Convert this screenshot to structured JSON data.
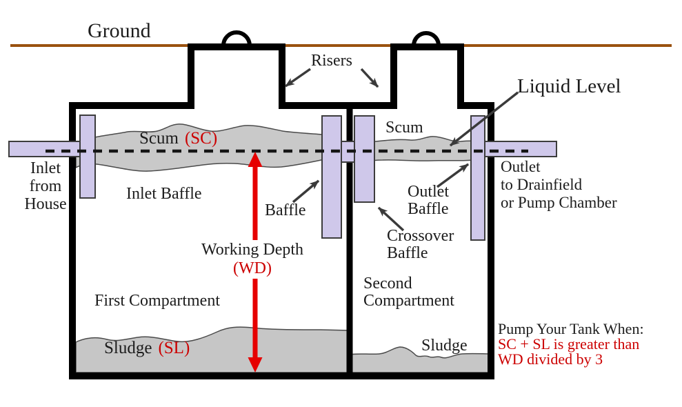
{
  "colors": {
    "accent_red": "#cc0000",
    "arrow_red": "#e60000",
    "baffle_fill": "#cfc8ea",
    "baffle_stroke": "#3c3c3c",
    "scum_fill": "#c9c9c9",
    "scum_stroke": "#4a4a4a",
    "sludge_fill": "#c6c6c6",
    "ground_brown": "#9a520f",
    "wall_black": "#000000",
    "arrow_dark": "#3a3a3a",
    "text_dark": "#1c1c1c"
  },
  "labels": {
    "ground": "Ground",
    "risers": "Risers",
    "liquid_level": "Liquid Level",
    "scum_first": "Scum",
    "scum_first_abbr": "(SC)",
    "inlet_line1": "Inlet",
    "inlet_line2": "from",
    "inlet_line3": "House",
    "inlet_baffle": "Inlet Baffle",
    "baffle": "Baffle",
    "working_depth": "Working Depth",
    "working_depth_abbr": "(WD)",
    "first_compartment": "First Compartment",
    "sludge_first": "Sludge",
    "sludge_first_abbr": "(SL)",
    "scum_second": "Scum",
    "outlet_baffle_line1": "Outlet",
    "outlet_baffle_line2": "Baffle",
    "crossover_baffle_line1": "Crossover",
    "crossover_baffle_line2": "Baffle",
    "second_compartment_line1": "Second",
    "second_compartment_line2": "Compartment",
    "sludge_second": "Sludge",
    "outlet_dest_line1": "Outlet",
    "outlet_dest_line2": "to Drainfield",
    "outlet_dest_line3": "or Pump Chamber",
    "pump_note_line1": "Pump Your Tank When:",
    "pump_note_line2": "SC + SL is greater than",
    "pump_note_line3": "WD divided by 3"
  }
}
